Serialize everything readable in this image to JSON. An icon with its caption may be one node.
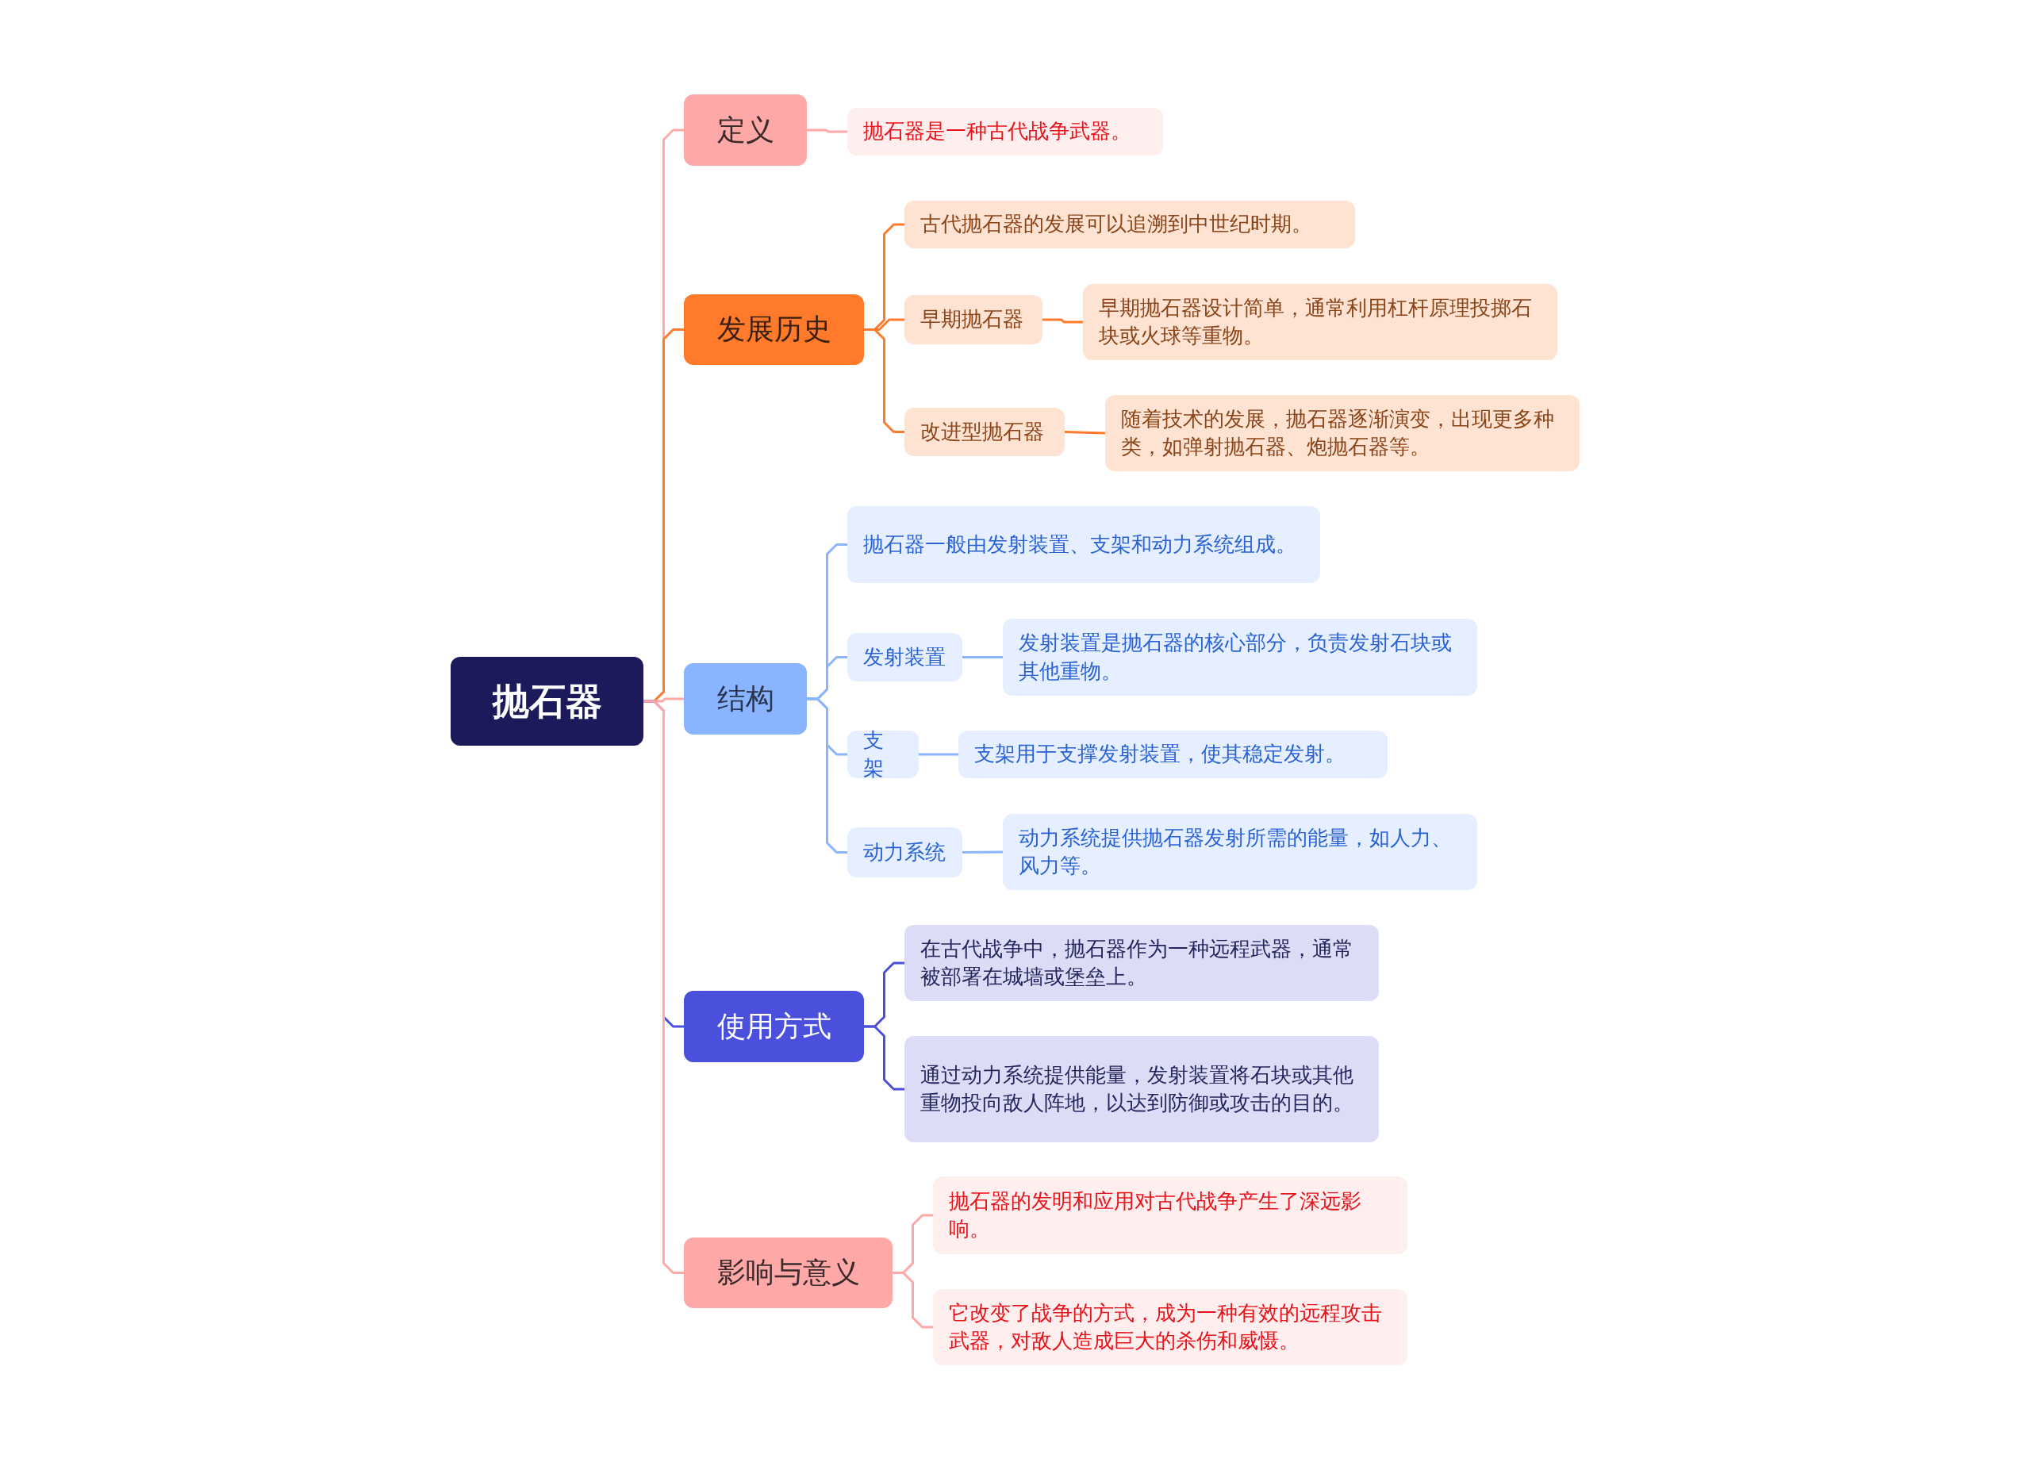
{
  "diagram": {
    "nodes": [
      {
        "text": [
          "抛石器"
        ]
      },
      {
        "text": [
          "定义"
        ]
      },
      {
        "text": [
          "抛石器是一种古代战争武器。"
        ]
      },
      {
        "text": [
          "发展历史"
        ]
      },
      {
        "text": [
          "古代抛石器的发展可以追溯到中世纪时期。"
        ]
      },
      {
        "text": [
          "早期抛石器"
        ]
      },
      {
        "text": [
          "早期抛石器设计简单，通常利用杠杆原理投掷石块或火球等重物。"
        ]
      },
      {
        "text": [
          "改进型抛石器"
        ]
      },
      {
        "text": [
          "随着技术的发展，抛石器逐渐演变，出现更多种类，如弹射抛石器、炮抛石器等。"
        ]
      },
      {
        "text": [
          "结构"
        ]
      },
      {
        "text": [
          "抛石器一般由发射装置、支架和动力系统组成。"
        ]
      },
      {
        "text": [
          "发射装置"
        ]
      },
      {
        "text": [
          "发射装置是抛石器的核心部分，负责发射石块或其他重物。"
        ]
      },
      {
        "text": [
          "支架"
        ]
      },
      {
        "text": [
          "支架用于支撑发射装置，使其稳定发射。"
        ]
      },
      {
        "text": [
          "动力系统"
        ]
      },
      {
        "text": [
          "动力系统提供抛石器发射所需的能量，如人力、风力等。"
        ]
      },
      {
        "text": [
          "使用方式"
        ]
      },
      {
        "text": [
          "在古代战争中，抛石器作为一种远程武器，通常被部署在城墙或堡垒上。"
        ]
      },
      {
        "text": [
          "通过动力系统提供能量，发射装置将石块或其他重物投向敌人阵地，以达到防御或攻击的目的。"
        ]
      },
      {
        "text": [
          "影响与意义"
        ]
      },
      {
        "text": [
          "抛石器的发明和应用对古代战争产生了深远影响。"
        ]
      },
      {
        "text": [
          "它改变了战争的方式，成为一种有效的远程攻击武器，对敌人造成巨大的杀伤和威慑。"
        ]
      }
    ],
    "edges": [
      {
        "from": 0,
        "to": 1,
        "arrow": "none",
        "color": "#ffa8a8"
      },
      {
        "from": 0,
        "to": 3,
        "arrow": "none",
        "color": "#ff7a2a"
      },
      {
        "from": 0,
        "to": 9,
        "arrow": "none",
        "color": "#ffa8a8"
      },
      {
        "from": 0,
        "to": 17,
        "arrow": "none",
        "color": "#4a4fdc"
      },
      {
        "from": 0,
        "to": 20,
        "arrow": "none",
        "color": "#ffa8a8"
      },
      {
        "from": 1,
        "to": 2,
        "arrow": "none",
        "color": "#ffa8a8"
      },
      {
        "from": 3,
        "to": 4,
        "arrow": "none",
        "color": "#ff7a2a"
      },
      {
        "from": 3,
        "to": 5,
        "arrow": "none",
        "color": "#ff7a2a"
      },
      {
        "from": 3,
        "to": 7,
        "arrow": "none",
        "color": "#ff7a2a"
      },
      {
        "from": 5,
        "to": 6,
        "arrow": "none",
        "color": "#ff7a2a"
      },
      {
        "from": 7,
        "to": 8,
        "arrow": "none",
        "color": "#ff7a2a"
      },
      {
        "from": 9,
        "to": 10,
        "arrow": "none",
        "color": "#8ab4ff"
      },
      {
        "from": 9,
        "to": 11,
        "arrow": "none",
        "color": "#8ab4ff"
      },
      {
        "from": 9,
        "to": 13,
        "arrow": "none",
        "color": "#8ab4ff"
      },
      {
        "from": 9,
        "to": 15,
        "arrow": "none",
        "color": "#8ab4ff"
      },
      {
        "from": 11,
        "to": 12,
        "arrow": "none",
        "color": "#8ab4ff"
      },
      {
        "from": 13,
        "to": 14,
        "arrow": "none",
        "color": "#8ab4ff"
      },
      {
        "from": 15,
        "to": 16,
        "arrow": "none",
        "color": "#8ab4ff"
      },
      {
        "from": 17,
        "to": 18,
        "arrow": "none",
        "color": "#4a4fdc"
      },
      {
        "from": 17,
        "to": 19,
        "arrow": "none",
        "color": "#4a4fdc"
      },
      {
        "from": 20,
        "to": 21,
        "arrow": "none",
        "color": "#ffa8a8"
      },
      {
        "from": 20,
        "to": 22,
        "arrow": "none",
        "color": "#ffa8a8"
      }
    ]
  }
}
